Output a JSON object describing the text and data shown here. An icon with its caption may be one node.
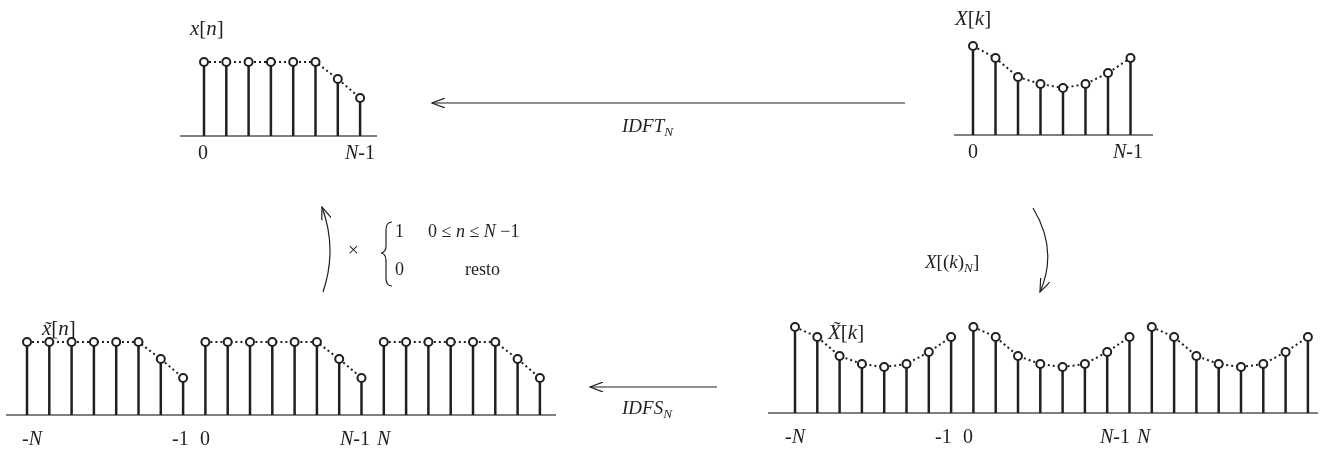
{
  "diagram": {
    "nodes": [
      {
        "text": [
          "*x*[*n*]",
          "0",
          "*N*-1"
        ]
      },
      {
        "text": [
          "*X*[*k*]",
          "0",
          "*N*-1"
        ]
      },
      {
        "text": [
          "*x̃*[*n*]",
          "-*N*",
          "-1",
          "0",
          "*N*-1",
          "*N*"
        ]
      },
      {
        "text": [
          "*X̃*[*k*]",
          "-*N*",
          "-1",
          "0",
          "*N*-1",
          "*N*"
        ]
      }
    ],
    "edges": [
      {
        "from": 1,
        "to": 0,
        "arrow": "to",
        "label": "*IDFT*$_{N}$"
      },
      {
        "from": 1,
        "to": 3,
        "arrow": "to",
        "label": "*X*[(*k*)$_{N}$]"
      },
      {
        "from": 3,
        "to": 2,
        "arrow": "to",
        "label": "*IDFS*$_{N}$"
      },
      {
        "from": 2,
        "to": 0,
        "arrow": "to",
        "label": "×"
      }
    ],
    "labels": [
      "1",
      "0 ≤ *n* ≤ *N* −1",
      "0",
      "resto"
    ]
  }
}
